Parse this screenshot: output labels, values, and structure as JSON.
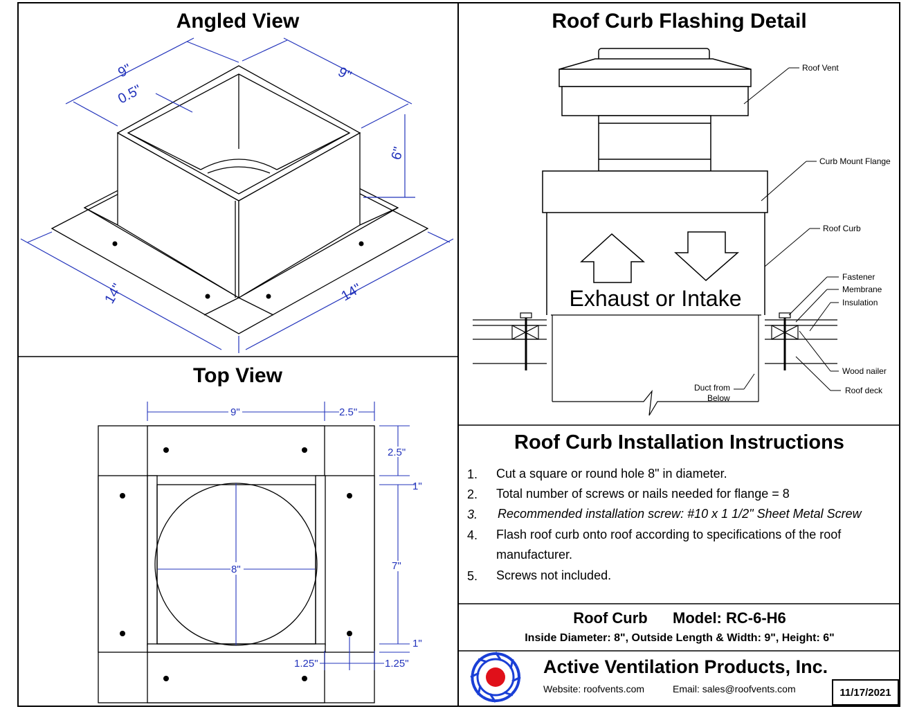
{
  "angled_view": {
    "title": "Angled View",
    "dims": {
      "top_left": "9\"",
      "top_right": "9\"",
      "wall": "0.5\"",
      "height": "6\"",
      "base_left": "14\"",
      "base_right": "14\""
    }
  },
  "flashing_detail": {
    "title": "Roof Curb Flashing Detail",
    "callouts": {
      "roof_vent": "Roof Vent",
      "curb_mount_flange": "Curb Mount Flange",
      "roof_curb": "Roof Curb",
      "fastener": "Fastener",
      "membrane": "Membrane",
      "insulation": "Insulation",
      "wood_nailer": "Wood nailer",
      "roof_deck": "Roof deck",
      "duct_line1": "Duct from",
      "duct_line2": "Below"
    },
    "flow_label": "Exhaust or Intake"
  },
  "top_view": {
    "title": "Top View",
    "dims": {
      "width": "9\"",
      "flange_h": "2.5\"",
      "flange_v": "2.5\"",
      "wall_top": "1\"",
      "inner": "7\"",
      "wall_bottom": "1\"",
      "diameter": "8\"",
      "offset_left": "1.25\"",
      "offset_right": "1.25\""
    }
  },
  "instructions": {
    "title": "Roof Curb Installation Instructions",
    "items": [
      {
        "num": "1.",
        "text": "Cut a square or round hole 8\" in diameter."
      },
      {
        "num": "2.",
        "text": "Total number of screws or nails needed for flange = 8"
      },
      {
        "num": "3.",
        "text": "Recommended installation screw: #10 x 1 1/2\" Sheet Metal Screw"
      },
      {
        "num": "4.",
        "text": "Flash roof curb onto roof according to specifications of the roof manufacturer."
      },
      {
        "num": "5.",
        "text": "Screws not included."
      }
    ]
  },
  "product": {
    "name": "Roof Curb",
    "model": "Model: RC-6-H6",
    "specs": "Inside Diameter: 8\",  Outside Length & Width: 9\",  Height: 6\""
  },
  "company": {
    "name": "Active Ventilation Products, Inc.",
    "website": "Website:  roofvents.com",
    "email": "Email:  sales@roofvents.com",
    "date": "11/17/2021"
  },
  "colors": {
    "dimension": "#2233bb",
    "logo_blue": "#1a3fd6",
    "logo_red": "#e0101a"
  }
}
